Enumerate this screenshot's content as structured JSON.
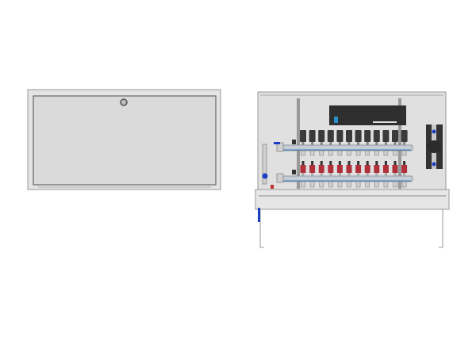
{
  "drawing": {
    "views": [
      "closed-cabinet",
      "open-cabinet-with-manifold"
    ],
    "manifold_loops": 12,
    "colors": {
      "cabinet_fill": "#dcdcdc",
      "cabinet_edge": "#777777",
      "actuator": "#3a3a3a",
      "flowmeter": "#b0303a",
      "valve_blue": "#1a3fc0",
      "pipe": "#b8c4cc",
      "controller": "#2f2f2f",
      "controller_logo": "#2a8fd0"
    }
  }
}
